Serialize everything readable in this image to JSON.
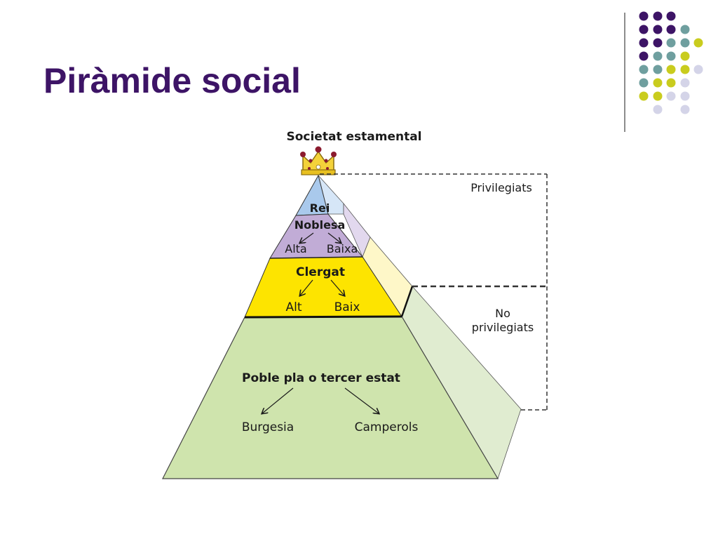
{
  "slide": {
    "title": "Piràmide social"
  },
  "diagram": {
    "title": "Societat estamental",
    "levels": {
      "king": {
        "label": "Rei"
      },
      "nobility": {
        "label": "Noblesa",
        "left": "Alta",
        "right": "Baixa"
      },
      "clergy": {
        "label": "Clergat",
        "left": "Alt",
        "right": "Baix"
      },
      "commons": {
        "label": "Poble pla o tercer estat",
        "left": "Burgesia",
        "right": "Camperols"
      }
    },
    "brackets": {
      "privileged": "Privilegiats",
      "non_privileged_line1": "No",
      "non_privileged_line2": "privilegiats"
    }
  },
  "colors": {
    "title": "#3d1466",
    "king": "#a9c9ec",
    "nobility": "#c1acd6",
    "clergy": "#fde400",
    "commons": "#cfe4ad",
    "deco_purple": "#3d1466",
    "deco_teal": "#6f9f9f",
    "deco_yellow": "#c9cc1e",
    "deco_lavender": "#d4d4e8"
  }
}
